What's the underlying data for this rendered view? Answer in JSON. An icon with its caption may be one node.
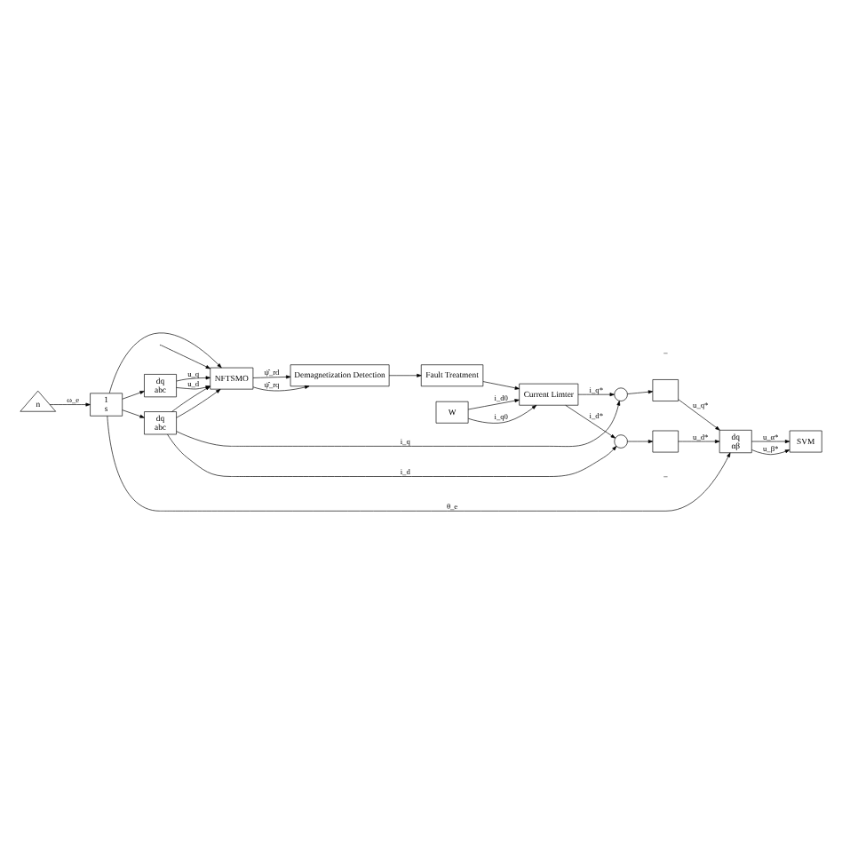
{
  "diagram": {
    "nodes": [
      {
        "text": [
          "W"
        ]
      },
      {
        "text": [
          "Current Limter"
        ]
      },
      {
        "text": [],
        "shape": "circle"
      },
      {
        "text": [],
        "shape": "circle"
      },
      {
        "text": [],
        "shape": "box"
      },
      {
        "text": [],
        "shape": "box"
      },
      {
        "text": [
          "dq",
          "αβ"
        ]
      },
      {
        "text": [
          "SVM"
        ]
      },
      {
        "text": [
          "dq",
          "abc"
        ]
      },
      {
        "text": [
          "dq",
          "abc"
        ]
      },
      {
        "text": [
          "Fault Treatment"
        ]
      },
      {
        "text": [
          "Demagnetization Detection"
        ]
      },
      {
        "text": [
          "NFTSMO"
        ]
      },
      {
        "text": [
          "1",
          "s"
        ]
      },
      {
        "text": [
          "n"
        ]
      }
    ],
    "edges": [
      {
        "from": 0,
        "to": 1,
        "arrow": "to",
        "label": "i_q0"
      },
      {
        "from": 0,
        "to": 1,
        "arrow": "to",
        "label": "i_d0"
      },
      {
        "from": 1,
        "to": 2,
        "arrow": "to",
        "label": "i_q*"
      },
      {
        "from": 1,
        "to": 3,
        "arrow": "to",
        "label": "i_d*"
      },
      {
        "from": 2,
        "to": 4,
        "arrow": "to"
      },
      {
        "from": 3,
        "to": 5,
        "arrow": "to"
      },
      {
        "from": 4,
        "to": 6,
        "arrow": "to",
        "label": "u_q*"
      },
      {
        "from": 5,
        "to": 6,
        "arrow": "to",
        "label": "u_d*"
      },
      {
        "from": 6,
        "to": 7,
        "arrow": "to",
        "label": "u_α*"
      },
      {
        "from": 6,
        "to": 7,
        "arrow": "to",
        "label": "u_β*"
      },
      {
        "from": 8,
        "to": 2,
        "arrow": "to",
        "label": "i_q"
      },
      {
        "from": 8,
        "to": 3,
        "arrow": "to",
        "label": "i_d"
      },
      {
        "from": 8,
        "to": 12,
        "arrow": "to"
      },
      {
        "from": 8,
        "to": 12,
        "arrow": "to"
      },
      {
        "from": 9,
        "to": 12,
        "arrow": "to",
        "label": "u_d"
      },
      {
        "from": 9,
        "to": 12,
        "arrow": "to",
        "label": "u_q"
      },
      {
        "from": 13,
        "to": 6,
        "arrow": "to",
        "label": "θ_e"
      },
      {
        "from": 13,
        "to": 8,
        "arrow": "to"
      },
      {
        "from": 13,
        "to": 9,
        "arrow": "to"
      },
      {
        "from": 13,
        "to": 12,
        "arrow": "to"
      },
      {
        "from": 14,
        "to": 13,
        "arrow": "to",
        "label": "ω_e"
      },
      {
        "from": 12,
        "to": 11,
        "arrow": "to",
        "label": "ψ̂_rd"
      },
      {
        "from": 12,
        "to": 11,
        "arrow": "to",
        "label": "ψ̂_rq"
      },
      {
        "from": 11,
        "to": 10,
        "arrow": "to"
      },
      {
        "from": 10,
        "to": 1,
        "arrow": "to"
      },
      {
        "from": null,
        "to": 12,
        "arrow": "to"
      }
    ],
    "labels": [
      "−",
      "−"
    ]
  }
}
